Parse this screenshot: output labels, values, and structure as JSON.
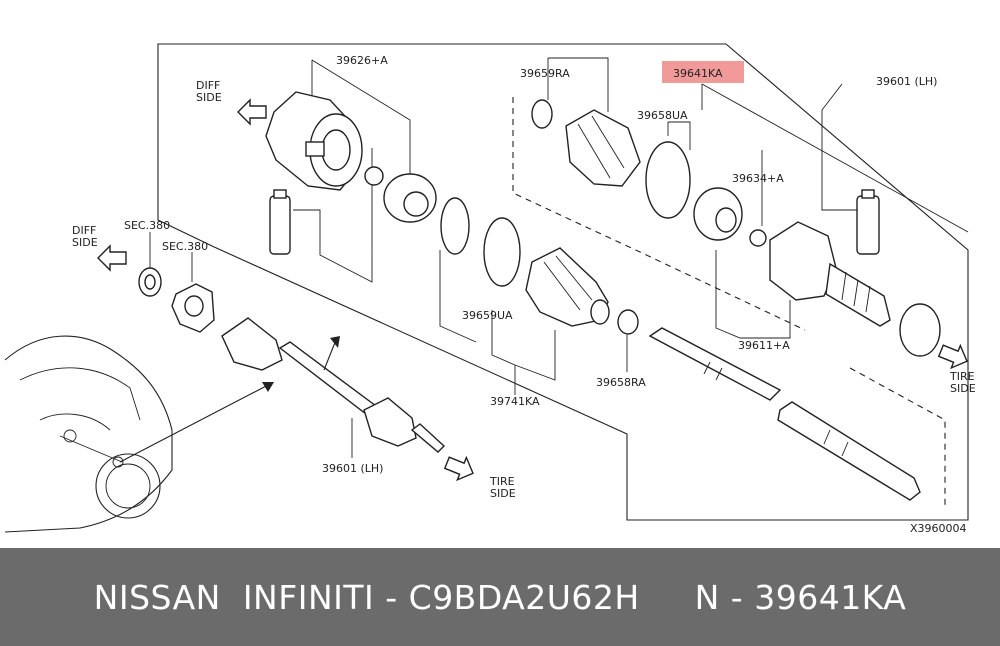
{
  "diagram": {
    "labels": {
      "diff_side_1": [
        "DIFF",
        "SIDE"
      ],
      "diff_side_2": [
        "DIFF",
        "SIDE"
      ],
      "tire_side_1": [
        "TIRE",
        "SIDE"
      ],
      "tire_side_2": [
        "TIRE",
        "SIDE"
      ],
      "p39626a": "39626+A",
      "p39659ra": "39659RA",
      "p39641ka": "39641KA",
      "p39601_top": "39601 (LH)",
      "p39658ua": "39658UA",
      "p39634a": "39634+A",
      "sec380_1": "SEC.380",
      "sec380_2": "SEC.380",
      "p39659ua": "39659UA",
      "p39611a": "39611+A",
      "p39741ka": "39741KA",
      "p39658ra": "39658RA",
      "p39601_bottom": "39601 (LH)",
      "ref_code": "X3960004"
    },
    "highlight_color": "#f29a9a"
  },
  "footer": {
    "text": "NISSAN  INFINITI - C9BDA2U62H     N - 39641KA",
    "background": "#6b6b6b"
  }
}
